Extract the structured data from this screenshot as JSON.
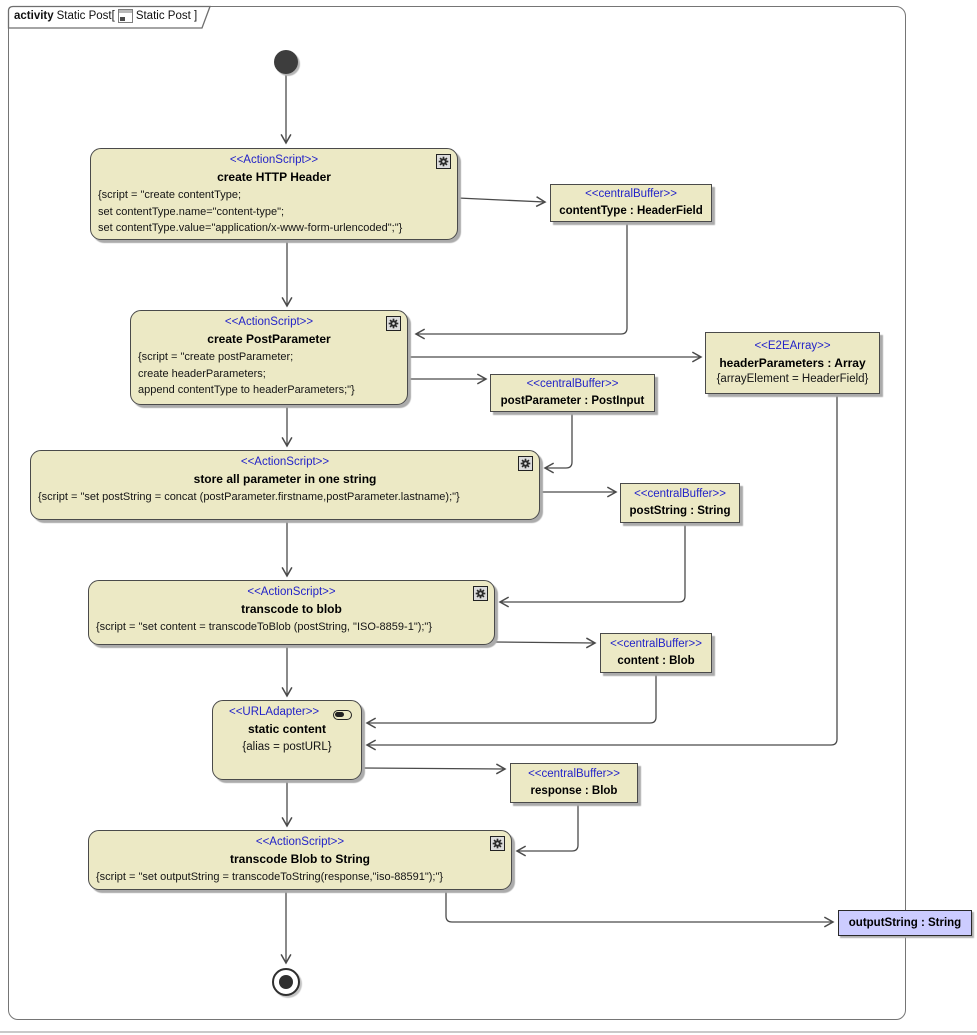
{
  "frame": {
    "keyword": "activity",
    "title_pre": "Static Post[",
    "title_post": "Static Post ]"
  },
  "colors": {
    "node_fill": "#ECE9C5",
    "stereotype_blue": "#2323C8",
    "parameter_fill": "#CCCCFF",
    "edge": "#4a4a4a"
  },
  "nodes": {
    "a1": {
      "stereotype": "<<ActionScript>>",
      "name": "create HTTP Header",
      "script": [
        "{script = \"create contentType;",
        "set contentType.name=\"content-type\";",
        "set contentType.value=\"application/x-www-form-urlencoded\";\"}"
      ]
    },
    "contentType": {
      "stereotype": "<<centralBuffer>>",
      "name": "contentType : HeaderField"
    },
    "a2": {
      "stereotype": "<<ActionScript>>",
      "name": "create PostParameter",
      "script": [
        "{script = \"create postParameter;",
        "create headerParameters;",
        "append contentType to headerParameters;\"}"
      ]
    },
    "headerParameters": {
      "stereotype": "<<E2EArray>>",
      "name": "headerParameters : Array",
      "detail": "{arrayElement = HeaderField}"
    },
    "postParameter": {
      "stereotype": "<<centralBuffer>>",
      "name": "postParameter : PostInput"
    },
    "a3": {
      "stereotype": "<<ActionScript>>",
      "name": "store all parameter in one string",
      "script": [
        "{script = \"set postString = concat (postParameter.firstname,postParameter.lastname);\"}"
      ]
    },
    "postString": {
      "stereotype": "<<centralBuffer>>",
      "name": "postString : String"
    },
    "a4": {
      "stereotype": "<<ActionScript>>",
      "name": "transcode to blob",
      "script": [
        "{script = \"set content = transcodeToBlob (postString, \"ISO-8859-1\");\"}"
      ]
    },
    "content": {
      "stereotype": "<<centralBuffer>>",
      "name": "content : Blob"
    },
    "urlAdapter": {
      "stereotype": "<<URLAdapter>>",
      "name": "static content",
      "detail": "{alias = postURL}"
    },
    "response": {
      "stereotype": "<<centralBuffer>>",
      "name": "response : Blob"
    },
    "a5": {
      "stereotype": "<<ActionScript>>",
      "name": "transcode Blob to String",
      "script": [
        "{script = \"set outputString = transcodeToString(response,\"iso-88591\");\"}"
      ]
    },
    "outputString": {
      "name": "outputString : String"
    }
  }
}
